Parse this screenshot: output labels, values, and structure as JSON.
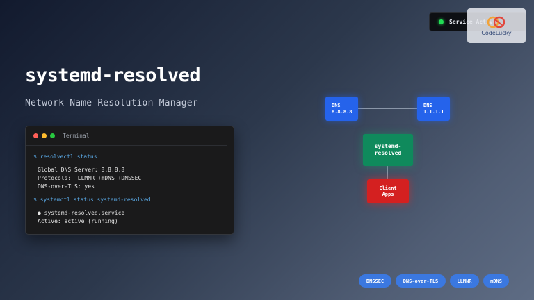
{
  "header": {
    "title": "systemd-resolved",
    "subtitle": "Network Name Resolution Manager"
  },
  "terminal": {
    "title": "Terminal",
    "lines": [
      {
        "kind": "cmd",
        "text": "$ resolvectl status"
      },
      {
        "kind": "out",
        "text": "Global DNS Server: 8.8.8.8"
      },
      {
        "kind": "out",
        "text": "Protocols: +LLMNR +mDNS +DNSSEC"
      },
      {
        "kind": "out",
        "text": "DNS-over-TLS: yes"
      },
      {
        "kind": "cmd",
        "text": "$ systemctl status systemd-resolved"
      },
      {
        "kind": "out",
        "text": "● systemd-resolved.service"
      },
      {
        "kind": "out",
        "text": "Active: active (running)"
      }
    ]
  },
  "status": {
    "label": "Service Active",
    "dot_color": "#22dd55"
  },
  "logo": {
    "text": "CodeLucky"
  },
  "diagram": {
    "dns_primary": {
      "line1": "DNS",
      "line2": "8.8.8.8"
    },
    "dns_secondary": {
      "line1": "DNS",
      "line2": "1.1.1.1"
    },
    "resolver": {
      "line1": "systemd-",
      "line2": "resolved"
    },
    "client": {
      "line1": "Client",
      "line2": "Apps"
    },
    "colors": {
      "dns": "#2563eb",
      "resolver": "#0f8a5c",
      "client": "#d42020"
    }
  },
  "tags": [
    "DNSSEC",
    "DNS-over-TLS",
    "LLMNR",
    "mDNS"
  ]
}
